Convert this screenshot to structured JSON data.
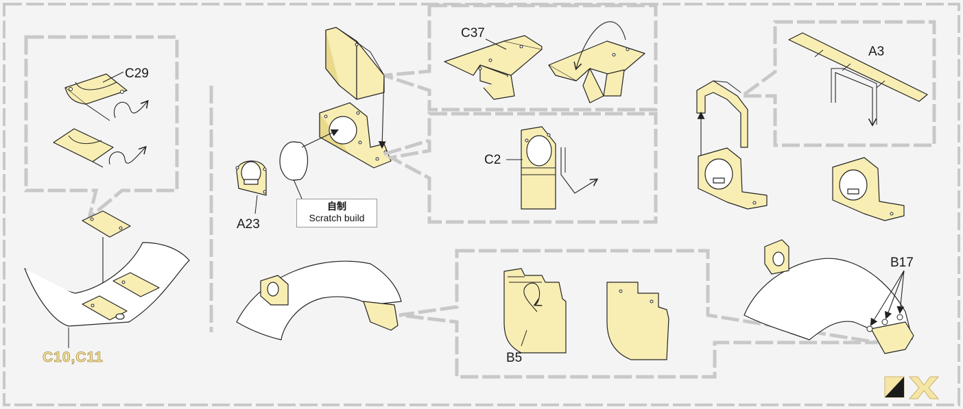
{
  "labels": {
    "c29": "C29",
    "c37": "C37",
    "c2": "C2",
    "a3": "A3",
    "a23": "A23",
    "b5": "B5",
    "b17": "B17",
    "c10_c11": "C10,C11"
  },
  "note": {
    "chinese": "自制",
    "english": "Scratch build"
  },
  "colors": {
    "part_fill": "#f8eeb4",
    "frame_dash": "#c8c8c8",
    "outline": "#222222"
  },
  "icons": {
    "logo": "brand-x-logo"
  }
}
